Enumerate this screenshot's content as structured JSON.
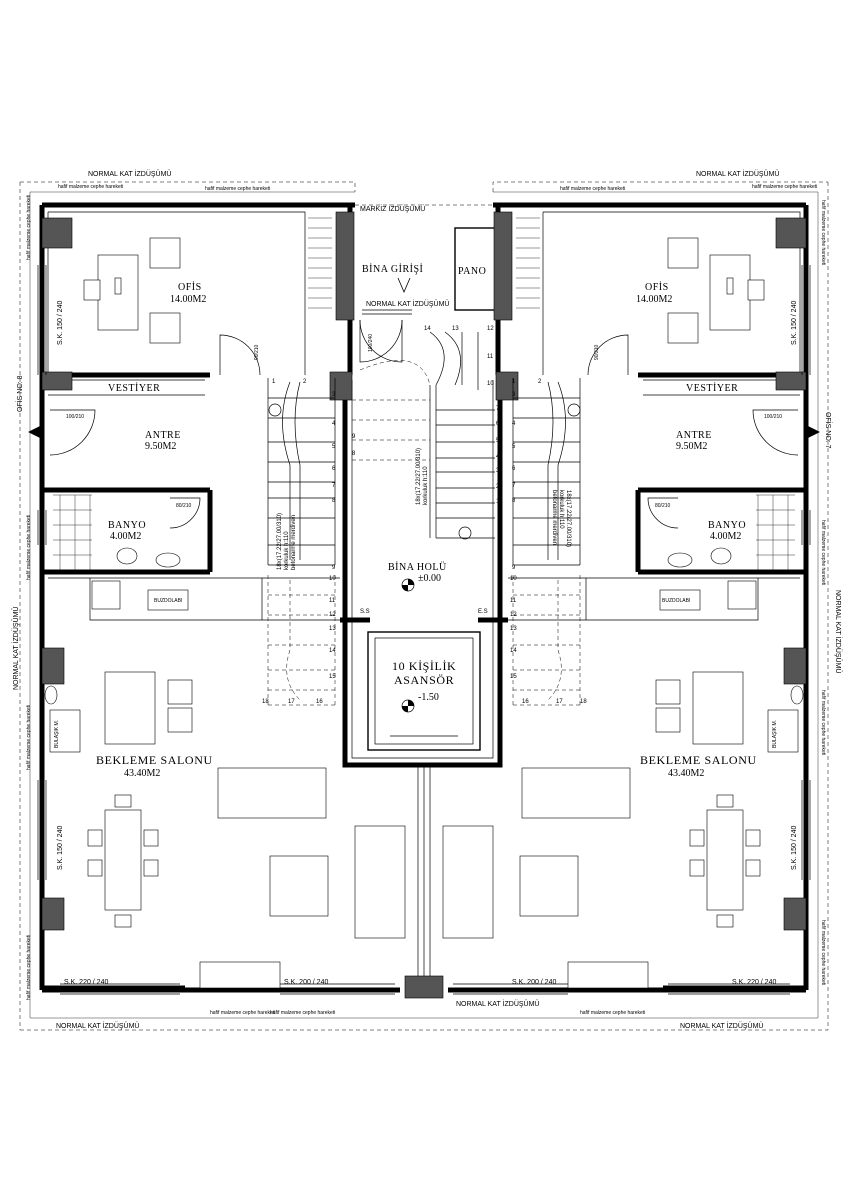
{
  "labels": {
    "normal_kat_top_left": "NORMAL KAT İZDÜŞÜMÜ",
    "normal_kat_top_right": "NORMAL KAT İZDÜŞÜMÜ",
    "normal_kat_bottom_left": "NORMAL KAT İZDÜŞÜMÜ",
    "normal_kat_bottom_center": "NORMAL KAT İZDÜŞÜMÜ",
    "normal_kat_bottom_right": "NORMAL KAT İZDÜŞÜMÜ",
    "normal_kat_left_side": "NORMAL KAT İZDÜŞÜMÜ",
    "normal_kat_right_side": "NORMAL KAT İZDÜŞÜMÜ",
    "markiz": "MARKİZ İZDÜŞÜMÜ",
    "bina_girisi": "BİNA GİRİŞİ",
    "normal_kat_entrance": "NORMAL KAT İZDÜŞÜMÜ",
    "pano": "PANO",
    "bina_holu": "BİNA HOLÜ",
    "bina_holu_level": "±0.00",
    "asansor_line1": "10 KİŞİLİK",
    "asansor_line2": "ASANSÖR",
    "asansor_level": "-1.50",
    "ss": "S.S",
    "es": "E.S",
    "ofis_no_left": "OFİS NO: 8",
    "ofis_no_right": "OFİS NO: 7",
    "cephe_hareketi": "hafif malzeme cephe hareketi"
  },
  "rooms_left": {
    "ofis": "OFİS",
    "ofis_area": "14.00M2",
    "vestiyer": "VESTİYER",
    "antre": "ANTRE",
    "antre_area": "9.50M2",
    "banyo": "BANYO",
    "banyo_area": "4.00M2",
    "bekleme": "BEKLEME SALONU",
    "bekleme_area": "43.40M2",
    "buzdolabi": "BUZDOLABI",
    "bulasik": "BULAŞIK M."
  },
  "rooms_right": {
    "ofis": "OFİS",
    "ofis_area": "14.00M2",
    "vestiyer": "VESTİYER",
    "antre": "ANTRE",
    "antre_area": "9.50M2",
    "banyo": "BANYO",
    "banyo_area": "4.00M2",
    "bekleme": "BEKLEME SALONU",
    "bekleme_area": "43.40M2",
    "buzdolabi": "BUZDOLABI",
    "bulasik": "BULAŞIK M."
  },
  "dimensions": {
    "sk_150_240": "S.K. 150 / 240",
    "sk_220_240": "S.K. 220 / 240",
    "sk_200_240": "S.K. 200 / 240",
    "door_100_210": "100/210",
    "door_90_210": "90/210",
    "door_80_210": "80/210",
    "door_100_240": "100/240"
  },
  "stairs": {
    "left_line1": "18x(17.22/27.00/310)",
    "left_line2": "korkuluk h:110",
    "left_line3": "betonarme merdiven",
    "center_line1": "18x(17.22/27.00/310)",
    "center_line2": "korkuluk h:110",
    "right_line1": "betonarme merdiven",
    "right_line2": "korkuluk h:110",
    "right_line3": "18x(17.22/27.00/310)"
  },
  "step_numbers_left": [
    "1",
    "2",
    "3",
    "4",
    "5",
    "6",
    "7",
    "8",
    "9",
    "10",
    "11",
    "12",
    "13",
    "14",
    "15",
    "16",
    "17",
    "18"
  ],
  "step_numbers_center": [
    "1",
    "2",
    "3",
    "4",
    "5",
    "6",
    "7",
    "8",
    "9",
    "10",
    "11",
    "12",
    "13",
    "14"
  ]
}
